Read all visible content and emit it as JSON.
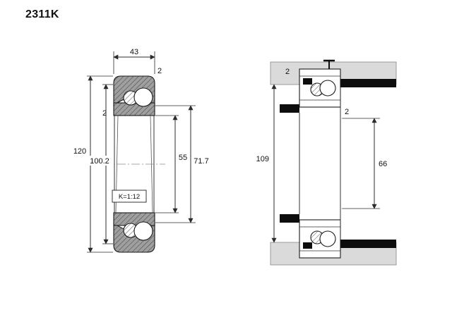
{
  "page": {
    "title": "2311K"
  },
  "colors": {
    "ring_gray": "#9f9f9f",
    "housing_gray": "#dadada",
    "seal_black": "#0d0d0d",
    "outline": "#1a1a1a",
    "dimension_line": "#2b2b2b"
  },
  "section_view": {
    "dims": {
      "width": "43",
      "outer_ring_chamfer": "2",
      "inner_ring_chamfer": "2",
      "outer_diameter": "120",
      "outer_land_diameter": "100.2",
      "bore_diameter": "55",
      "inner_land_diameter": "71.7"
    },
    "taper_label": "K=1:12"
  },
  "mounted_view": {
    "dims": {
      "housing_chamfer": "2",
      "shaft_chamfer": "2",
      "housing_shoulder_height": "109",
      "shaft_shoulder_height": "66"
    }
  }
}
